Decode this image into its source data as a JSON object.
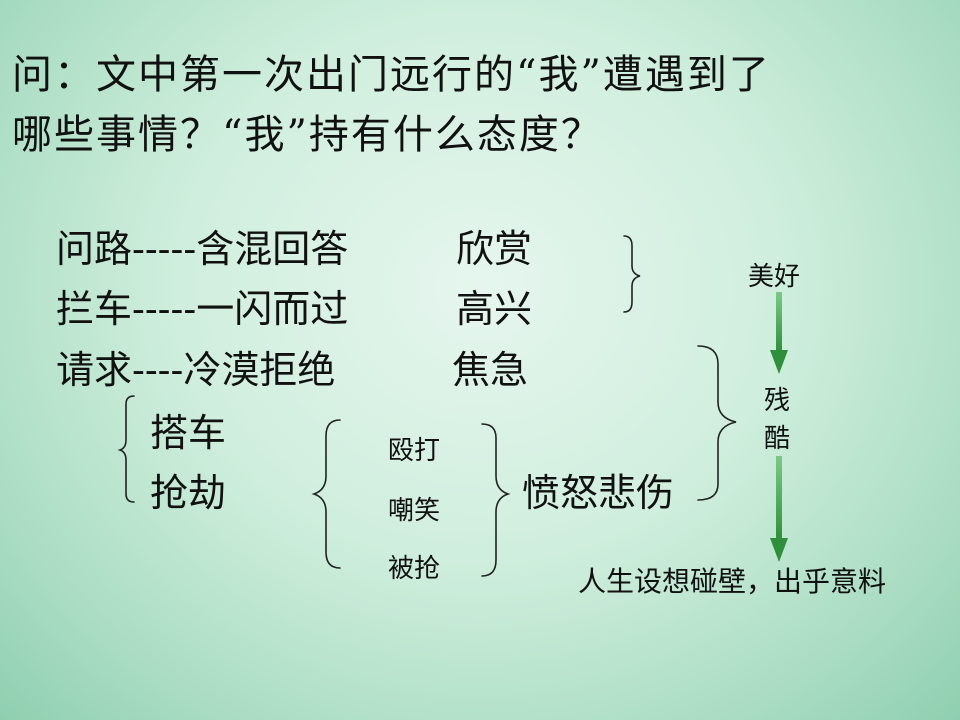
{
  "question": {
    "line1": "问：文中第一次出门远行的“我”遭遇到了",
    "line2": "哪些事情？“我”持有什么态度？"
  },
  "events": [
    {
      "action": "问路-----含混回答",
      "feeling": "欣赏"
    },
    {
      "action": "拦车-----一闪而过",
      "feeling": "高兴"
    },
    {
      "action": "请求----冷漠拒绝",
      "feeling": "焦急"
    }
  ],
  "sub_events": [
    "搭车",
    "抢劫"
  ],
  "details": [
    "殴打",
    "嘲笑",
    "被抢"
  ],
  "feeling_final": "愤怒悲伤",
  "stages": {
    "good": "美好",
    "cruel_1": "残",
    "cruel_2": "酷"
  },
  "conclusion": "人生设想碰壁，出乎意料",
  "colors": {
    "arrow": "#2f8f3a",
    "bracket": "#222222"
  }
}
